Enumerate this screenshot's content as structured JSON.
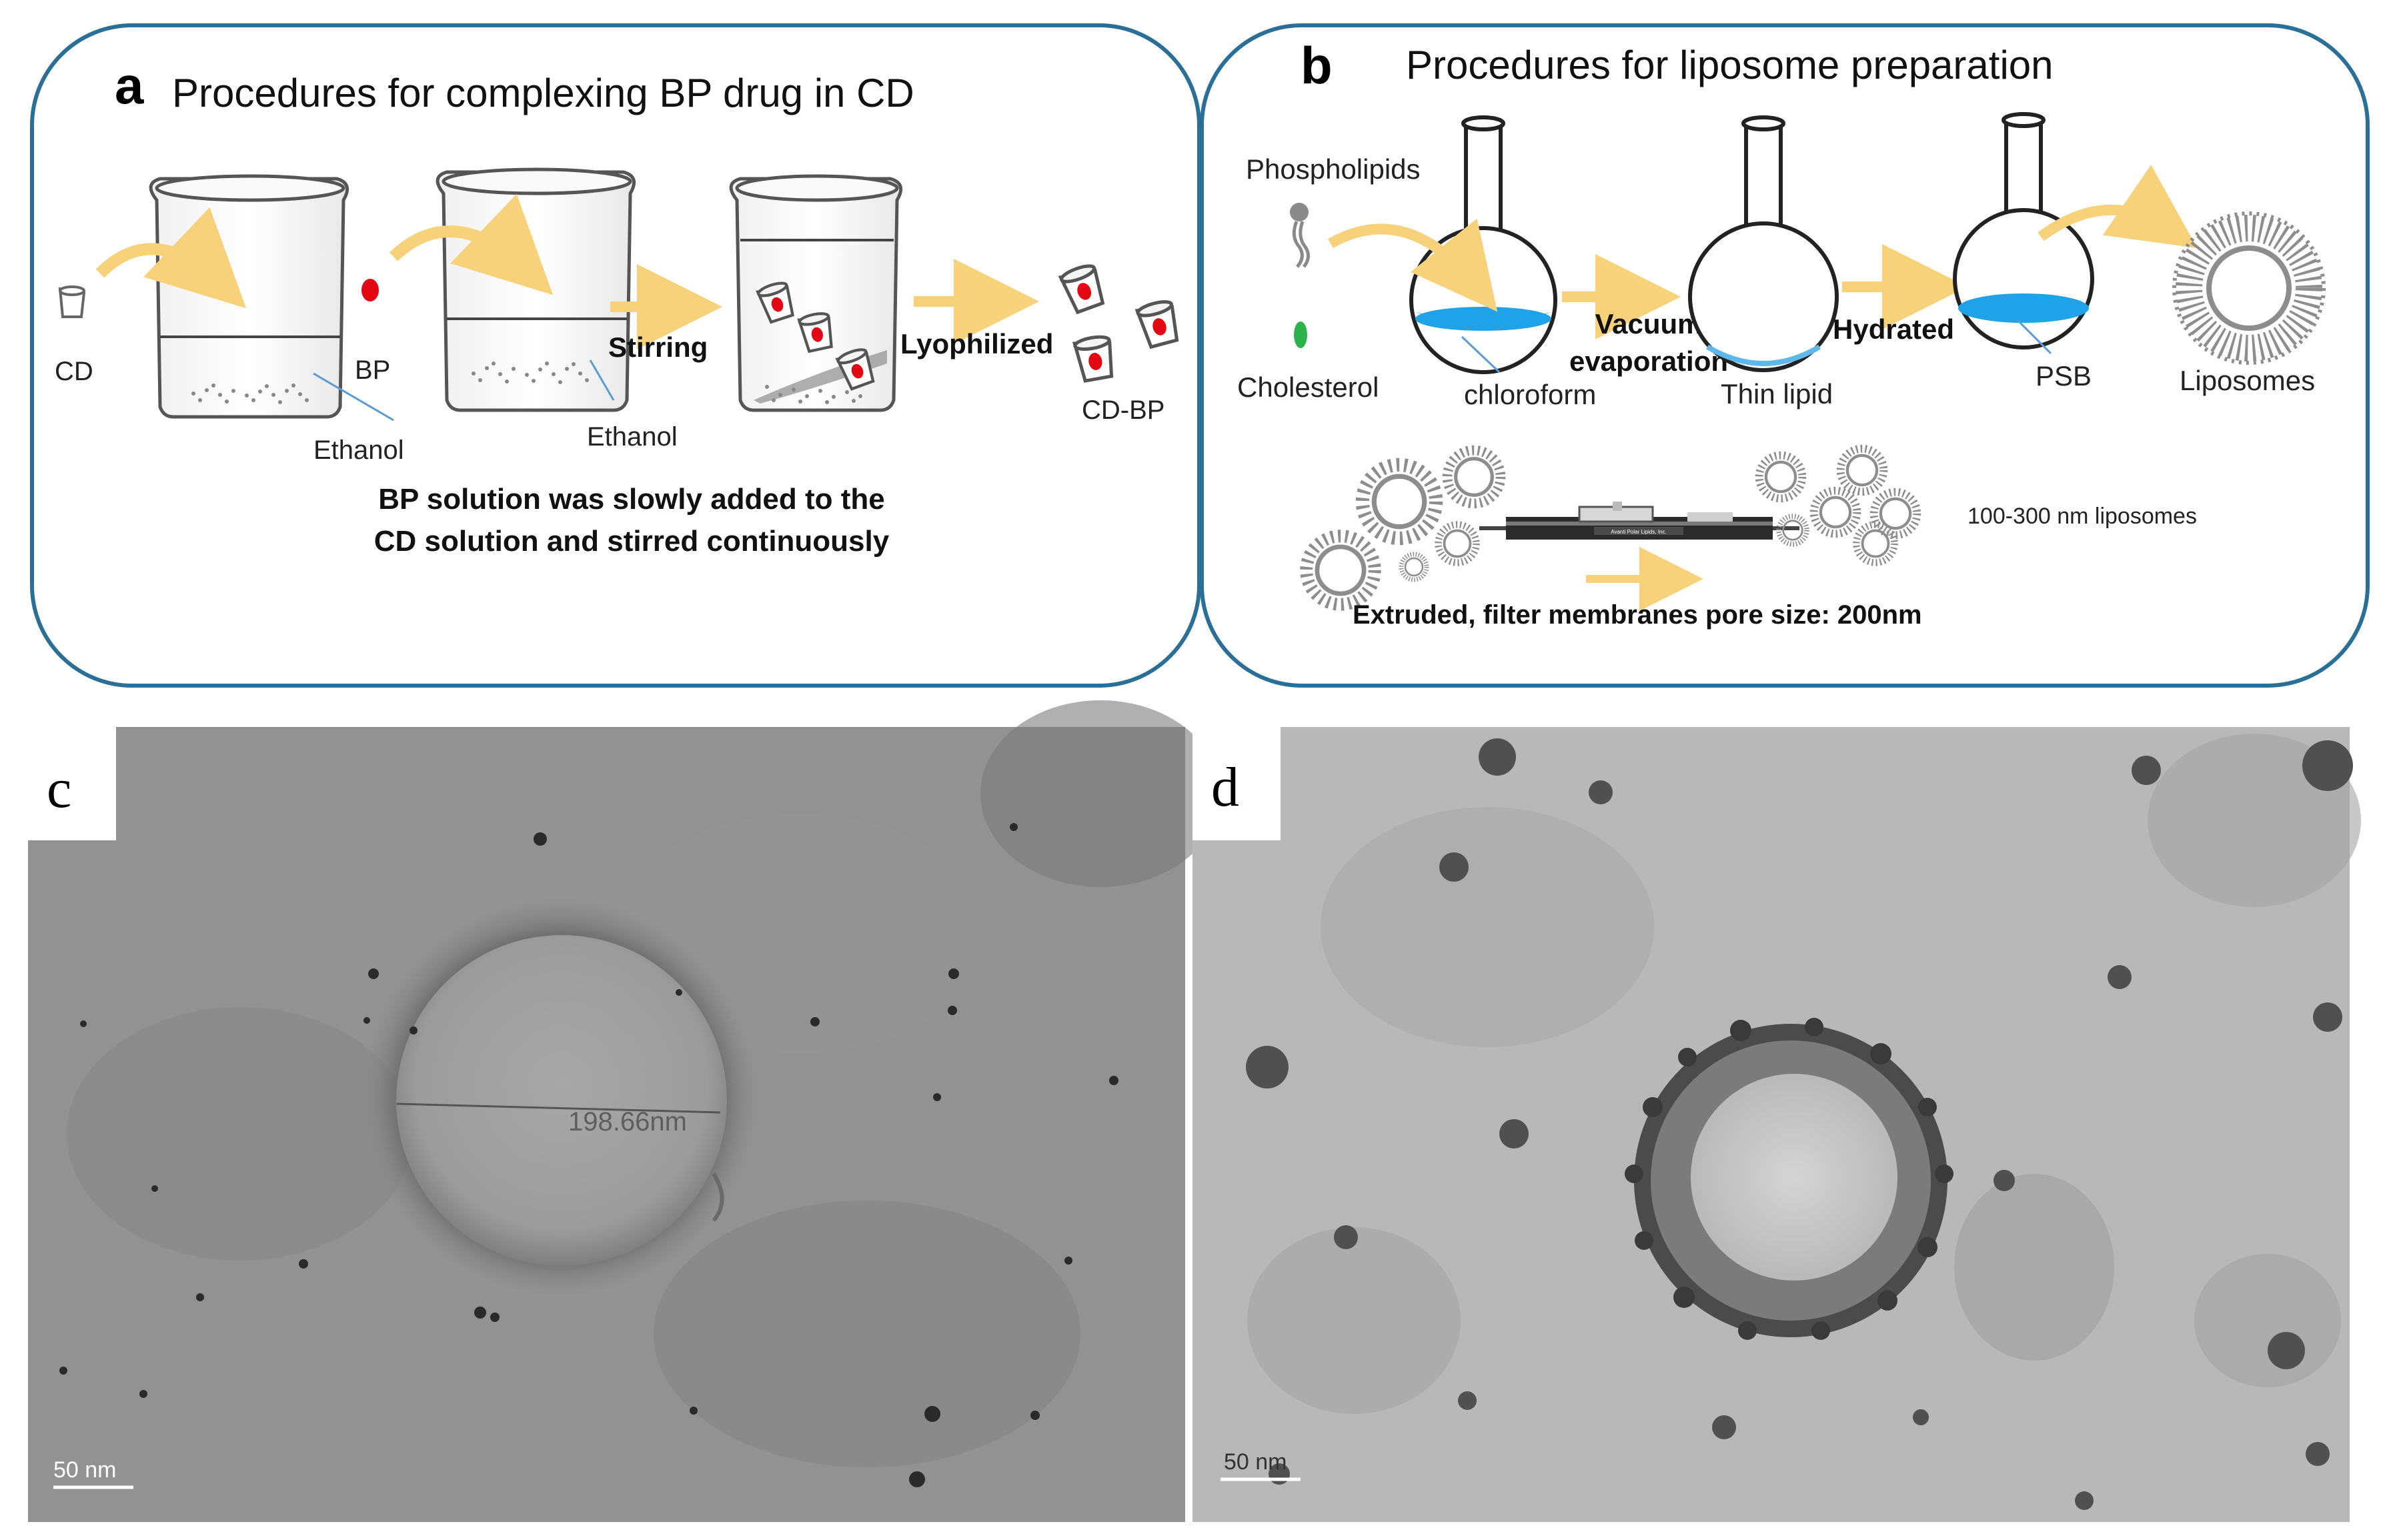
{
  "panel_a": {
    "letter": "a",
    "title": "Procedures for complexing BP drug in CD",
    "cd_label": "CD",
    "bp_label": "BP",
    "ethanol_label_1": "Ethanol",
    "ethanol_label_2": "Ethanol",
    "stirring_label": "Stirring",
    "lyophilized_label": "Lyophilized",
    "product_label": "CD-BP",
    "caption_line1": "BP solution was slowly added to the",
    "caption_line2": "CD solution and stirred continuously"
  },
  "panel_b": {
    "letter": "b",
    "title": "Procedures for liposome preparation",
    "phospholipids_label": "Phospholipids",
    "cholesterol_label": "Cholesterol",
    "chloroform_label": "chloroform",
    "vacuum_line1": "Vacuum",
    "vacuum_line2": "evaporation",
    "thin_lipid_label": "Thin lipid",
    "hydrated_label": "Hydrated",
    "psb_label": "PSB",
    "liposomes_label": "Liposomes",
    "size_label": "100-300  nm liposomes",
    "extruded_label": "Extruded, filter membranes pore size: 200nm",
    "extruder_brand": "Avanti Polar Lipids, Inc."
  },
  "panel_c": {
    "letter": "c",
    "measure_label": "198.66nm",
    "scale_label": "50  nm"
  },
  "panel_d": {
    "letter": "d",
    "scale_label": "50  nm"
  },
  "colors": {
    "frame_border": "#2a6f97",
    "arrow": "#f7d27a",
    "drug_red": "#e30613",
    "solvent_blue": "#1fa2e8",
    "cholesterol_green": "#2bb24c"
  }
}
